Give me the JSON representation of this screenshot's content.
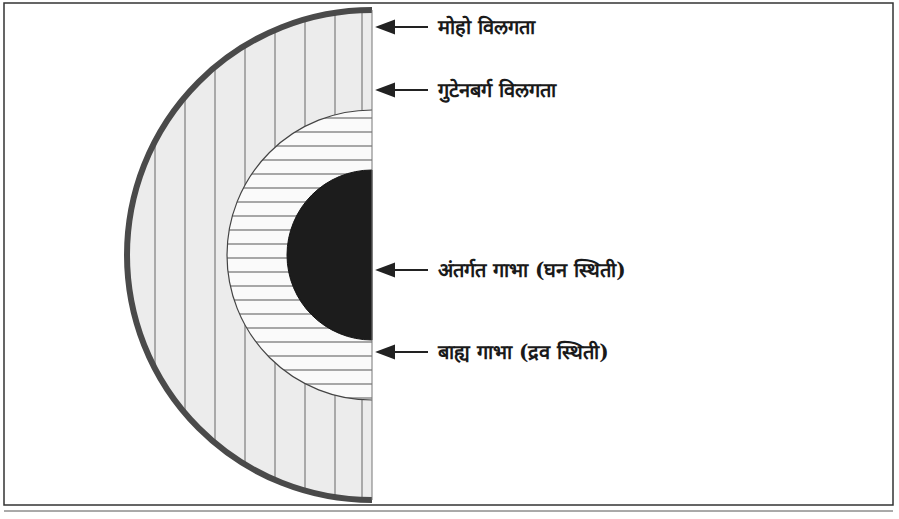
{
  "diagram": {
    "labels": [
      "मोहो विलगता",
      "गुटेनबर्ग विलगता",
      "अंतर्गत गाभा (घन स्थिती)",
      "बाह्य गाभा (द्रव स्थिती)"
    ]
  }
}
